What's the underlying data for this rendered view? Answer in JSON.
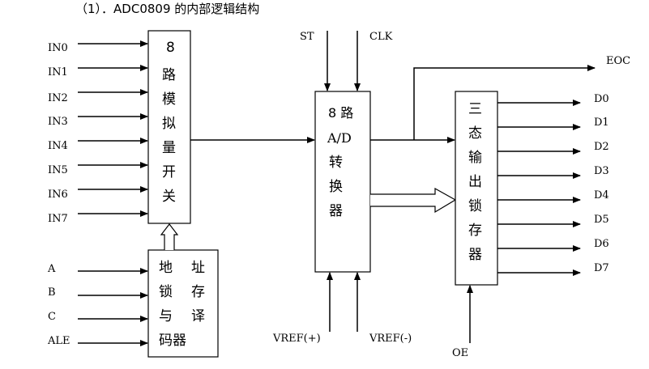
{
  "heading": "（1）．ADC0809 的内部逻辑结构",
  "inputs": {
    "analog": [
      "IN0",
      "IN1",
      "IN2",
      "IN3",
      "IN4",
      "IN5",
      "IN6",
      "IN7"
    ],
    "address": [
      "A",
      "B",
      "C",
      "ALE"
    ]
  },
  "blocks": {
    "switch": [
      "8",
      "路",
      "模",
      "拟",
      "量",
      "开",
      "关"
    ],
    "latch": [
      "地",
      "址",
      "锁",
      "存",
      "与",
      "译",
      "码器"
    ],
    "adc": [
      "8 路",
      "A/D",
      "转",
      "换",
      "器"
    ],
    "output_latch": [
      "三",
      "态",
      "输",
      "出",
      "锁",
      "存",
      "器"
    ]
  },
  "signals": {
    "st": "ST",
    "clk": "CLK",
    "eoc": "EOC",
    "vref_pos": "VREF(+)",
    "vref_neg": "VREF(-)",
    "oe": "OE"
  },
  "outputs": [
    "D0",
    "D1",
    "D2",
    "D3",
    "D4",
    "D5",
    "D6",
    "D7"
  ]
}
